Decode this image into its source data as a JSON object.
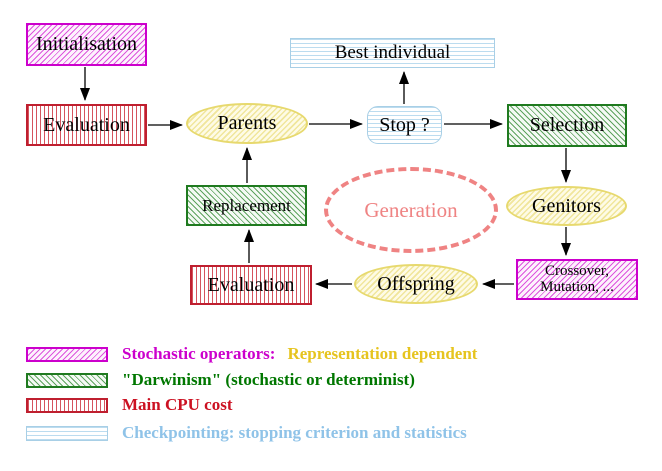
{
  "title": "Evolutionary algorithm generation loop diagram",
  "nodes": {
    "initialisation": {
      "label": "Initialisation",
      "style": "magenta-diagonal-hatch"
    },
    "evaluation_top": {
      "label": "Evaluation",
      "style": "red-vertical-stripes"
    },
    "parents": {
      "label": "Parents",
      "style": "yellow-hatched-ellipse"
    },
    "best_individual": {
      "label": "Best individual",
      "style": "cyan-horizontal-stripes"
    },
    "stop": {
      "label": "Stop ?",
      "style": "cyan-horizontal-stripes-rounded"
    },
    "selection": {
      "label": "Selection",
      "style": "green-diagonal-hatch"
    },
    "genitors": {
      "label": "Genitors",
      "style": "yellow-hatched-ellipse"
    },
    "crossover_mutation": {
      "line1": "Crossover,",
      "line2": "Mutation, ...",
      "style": "magenta-diagonal-hatch"
    },
    "offspring": {
      "label": "Offspring",
      "style": "yellow-hatched-ellipse"
    },
    "evaluation_bottom": {
      "label": "Evaluation",
      "style": "red-vertical-stripes"
    },
    "replacement": {
      "label": "Replacement",
      "style": "green-diagonal-hatch"
    },
    "generation": {
      "label": "Generation",
      "style": "salmon-dashed-ellipse"
    }
  },
  "edges": [
    {
      "from": "Initialisation",
      "to": "Evaluation"
    },
    {
      "from": "Evaluation",
      "to": "Parents"
    },
    {
      "from": "Parents",
      "to": "Stop ?"
    },
    {
      "from": "Stop ?",
      "to": "Best individual"
    },
    {
      "from": "Stop ?",
      "to": "Selection"
    },
    {
      "from": "Selection",
      "to": "Genitors"
    },
    {
      "from": "Genitors",
      "to": "Crossover, Mutation, ..."
    },
    {
      "from": "Crossover, Mutation, ...",
      "to": "Offspring"
    },
    {
      "from": "Offspring",
      "to": "Evaluation (bottom)"
    },
    {
      "from": "Evaluation (bottom)",
      "to": "Replacement"
    },
    {
      "from": "Replacement",
      "to": "Parents"
    }
  ],
  "legend": {
    "rows": [
      {
        "swatch": "magenta-diagonal-hatch",
        "parts": [
          {
            "text": "Stochastic operators:",
            "color": "#cc00cc"
          },
          {
            "text": "Representation dependent",
            "color": "#e6c41f"
          }
        ]
      },
      {
        "swatch": "green-diagonal-hatch",
        "parts": [
          {
            "text": "\"Darwinism\" (stochastic or determinist)",
            "color": "#007700"
          }
        ]
      },
      {
        "swatch": "red-vertical-stripes",
        "parts": [
          {
            "text": "Main CPU cost",
            "color": "#cc1122"
          }
        ]
      },
      {
        "swatch": "cyan-horizontal-stripes",
        "parts": [
          {
            "text": "Checkpointing: stopping criterion and statistics",
            "color": "#8fc3e8"
          }
        ]
      }
    ]
  },
  "colors": {
    "magenta_border": "#cc00cc",
    "red_border": "#bf1f2f",
    "green_border": "#1f7a1f",
    "cyan_border": "#a8cfe6",
    "yellow_border": "#e7d96e",
    "salmon_dashed": "#ef8383",
    "arrow": "#000000",
    "background": "#ffffff"
  }
}
